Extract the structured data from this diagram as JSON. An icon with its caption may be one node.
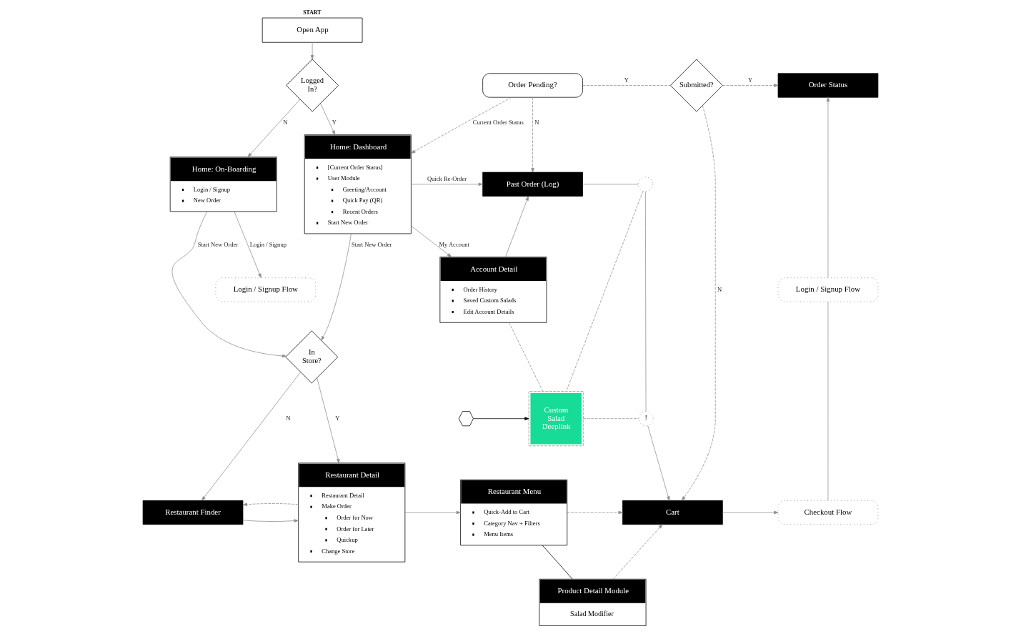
{
  "diagram": {
    "nodes": [
      {
        "text": [
          "Open App"
        ],
        "beside": [
          "START"
        ]
      },
      {
        "text": [
          "Logged In?"
        ]
      },
      {
        "text": [
          "Order Pending?"
        ]
      },
      {
        "text": [
          "Submitted?"
        ]
      },
      {
        "text": [
          "Order Status"
        ]
      },
      {
        "text": [
          "Home: On-Boarding",
          "Login / Signup",
          "New Order"
        ]
      },
      {
        "text": [
          "Home: Dashboard",
          "[Current Order Status]",
          "User Module",
          "Greeting/Account",
          "Quick Pay (QR)",
          "Recent Orders",
          "Start New Order"
        ]
      },
      {
        "text": [
          "Past Order (Log)"
        ]
      },
      {
        "text": [],
        "shape": "circle"
      },
      {
        "text": [],
        "shape": "hexagon"
      },
      {
        "text": [
          "Custom Salad Deeplink"
        ]
      },
      {
        "text": [
          "!"
        ]
      },
      {
        "text": [
          "Account Detail",
          "Order History",
          "Saved Custom Salads",
          "Edit Account Details"
        ]
      },
      {
        "text": [
          "Login / Signup Flow"
        ]
      },
      {
        "text": [
          "Login / Signup Flow"
        ]
      },
      {
        "text": [
          "In Store?"
        ]
      },
      {
        "text": [
          "Restaurant Finder"
        ]
      },
      {
        "text": [
          "Restaurant Detail",
          "Restaurant Detail",
          "Make Order",
          "Order for Now",
          "Order for Later",
          "Quickup",
          "Change Store"
        ]
      },
      {
        "text": [
          "Restaurant Menu",
          "Quick-Add to Cart",
          "Category Nav + Filters",
          "Menu Items"
        ]
      },
      {
        "text": [
          "Product Detail Module",
          "Salad Modifier"
        ]
      },
      {
        "text": [
          "Cart"
        ]
      },
      {
        "text": [
          "Checkout Flow"
        ]
      }
    ],
    "edges": [
      {
        "from": 0,
        "to": 1,
        "arrow": "to"
      },
      {
        "from": 1,
        "to": 5,
        "arrow": "to",
        "label": "N"
      },
      {
        "from": 1,
        "to": 6,
        "arrow": "to",
        "label": "Y"
      },
      {
        "from": 2,
        "to": 6,
        "arrow": "to",
        "label": "Current Order Status",
        "style": "dashed"
      },
      {
        "from": 2,
        "to": 3,
        "arrow": "none",
        "label": "Y",
        "style": "dashed"
      },
      {
        "from": 3,
        "to": 4,
        "arrow": "to",
        "label": "Y",
        "style": "dashed"
      },
      {
        "from": 2,
        "to": 7,
        "arrow": "to",
        "label": "N",
        "style": "dashed"
      },
      {
        "from": 3,
        "to": 20,
        "arrow": "to",
        "label": "N",
        "style": "dashed"
      },
      {
        "from": 6,
        "to": 7,
        "arrow": "to",
        "label": "Quick Re-Order"
      },
      {
        "from": 6,
        "to": 12,
        "arrow": "to",
        "label": "My Account"
      },
      {
        "from": 12,
        "to": 7,
        "arrow": "to"
      },
      {
        "from": 7,
        "to": 8,
        "arrow": "none"
      },
      {
        "from": 8,
        "to": 11,
        "arrow": "none"
      },
      {
        "from": 11,
        "to": 20,
        "arrow": "to"
      },
      {
        "from": 8,
        "to": 10,
        "arrow": "none",
        "style": "dashed"
      },
      {
        "from": 9,
        "to": 10,
        "arrow": "to",
        "color": "#000000"
      },
      {
        "from": 10,
        "to": 11,
        "arrow": "none",
        "style": "dashed"
      },
      {
        "from": 12,
        "to": 10,
        "arrow": "none",
        "style": "dashed"
      },
      {
        "from": 5,
        "to": 13,
        "arrow": "to",
        "label": "Login / Signup"
      },
      {
        "from": 5,
        "to": 15,
        "arrow": "to",
        "label": "Start New Order"
      },
      {
        "from": 6,
        "to": 15,
        "arrow": "to",
        "label": "Start New Order"
      },
      {
        "from": 15,
        "to": 16,
        "arrow": "to",
        "label": "N"
      },
      {
        "from": 15,
        "to": 17,
        "arrow": "to",
        "label": "Y"
      },
      {
        "from": 16,
        "to": 17,
        "arrow": "to"
      },
      {
        "from": 17,
        "to": 16,
        "arrow": "to",
        "style": "dashed"
      },
      {
        "from": 17,
        "to": 18,
        "arrow": "to"
      },
      {
        "from": 18,
        "to": 19,
        "arrow": "none",
        "color": "#000000"
      },
      {
        "from": 18,
        "to": 20,
        "arrow": "to",
        "style": "dashed"
      },
      {
        "from": 19,
        "to": 20,
        "arrow": "to",
        "style": "dashed"
      },
      {
        "from": 20,
        "to": 21,
        "arrow": "to"
      },
      {
        "from": 21,
        "to": 14,
        "arrow": "none"
      },
      {
        "from": 14,
        "to": 4,
        "arrow": "to"
      }
    ]
  }
}
